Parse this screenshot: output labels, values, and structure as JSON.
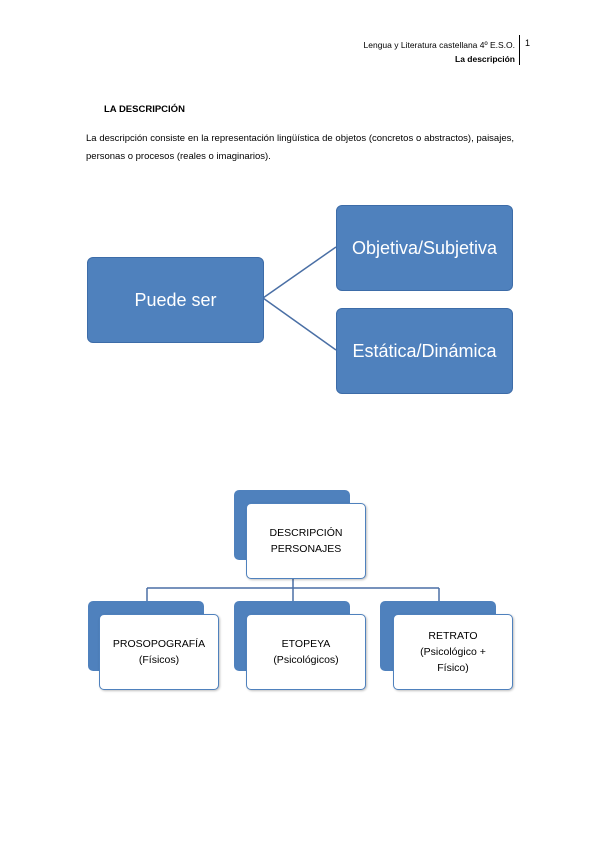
{
  "header": {
    "subject": "Lengua y Literatura castellana 4º E.S.O.",
    "section": "La descripción",
    "page_number": "1"
  },
  "doc": {
    "title": "LA DESCRIPCIÓN",
    "intro": "La descripción consiste en la representación lingüística de objetos (concretos o abstractos), paisajes, personas o procesos (reales o imaginarios)."
  },
  "diagram1": {
    "root": "Puede ser",
    "branches": [
      "Objetiva/Subjetiva",
      "Estática/Dinámica"
    ]
  },
  "diagram2": {
    "root_line1": "DESCRIPCIÓN",
    "root_line2": "PERSONAJES",
    "children": [
      {
        "line1": "PROSOPOGRAFÍA",
        "line2": "(Físicos)",
        "line3": ""
      },
      {
        "line1": "ETOPEYA",
        "line2": "(Psicológicos)",
        "line3": ""
      },
      {
        "line1": "RETRATO",
        "line2": "(Psicológico +",
        "line3": "Físico)"
      }
    ]
  },
  "colors": {
    "accent": "#4f81bd",
    "connector": "#4a6fa5"
  }
}
